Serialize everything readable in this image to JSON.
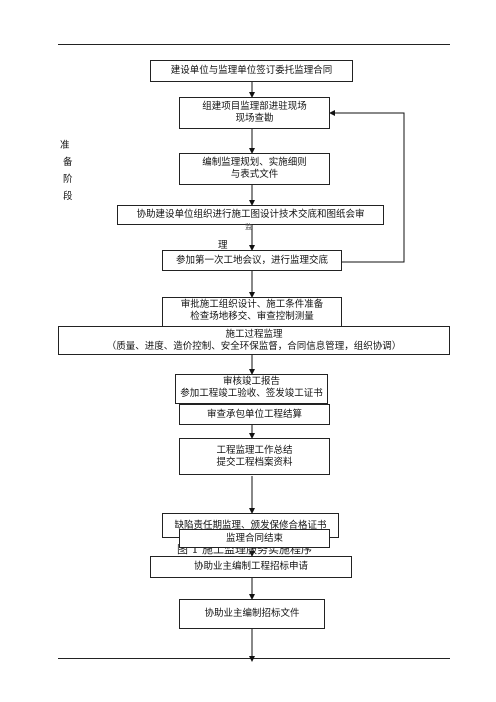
{
  "side_label": [
    "准",
    "备",
    "阶",
    "段"
  ],
  "stray_text": "理",
  "stray_mark": "监",
  "caption": "图 1 施工监理服务实施程序",
  "boxes": {
    "contract": "建设单位与监理单位签订委托监理合同",
    "setup": [
      "组建项目监理部进驻现场",
      "现场查勘"
    ],
    "plan": [
      "编制监理规划、实施细则",
      "与表式文件"
    ],
    "design_review": "协助建设单位组织进行施工图设计技术交底和图纸会审",
    "first_meeting": "参加第一次工地会议，进行监理交底",
    "approve": [
      "审批施工组织设计、施工条件准备",
      "检查场地移交、审查控制测量"
    ],
    "process": [
      "施工过程监理",
      "（质量、进度、造价控制、安全环保监督，合同信息管理，组织协调）"
    ],
    "completion": [
      "审核竣工报告",
      "参加工程竣工验收、签发竣工证书"
    ],
    "settlement": "审查承包单位工程结算",
    "summary": [
      "工程监理工作总结",
      "提交工程档案资料"
    ],
    "defects": "缺陷责任期监理、颁发保修合格证书",
    "end": "监理合同结束",
    "tender_apply": "协助业主编制工程招标申请",
    "tender_docs": "协助业主编制招标文件"
  }
}
